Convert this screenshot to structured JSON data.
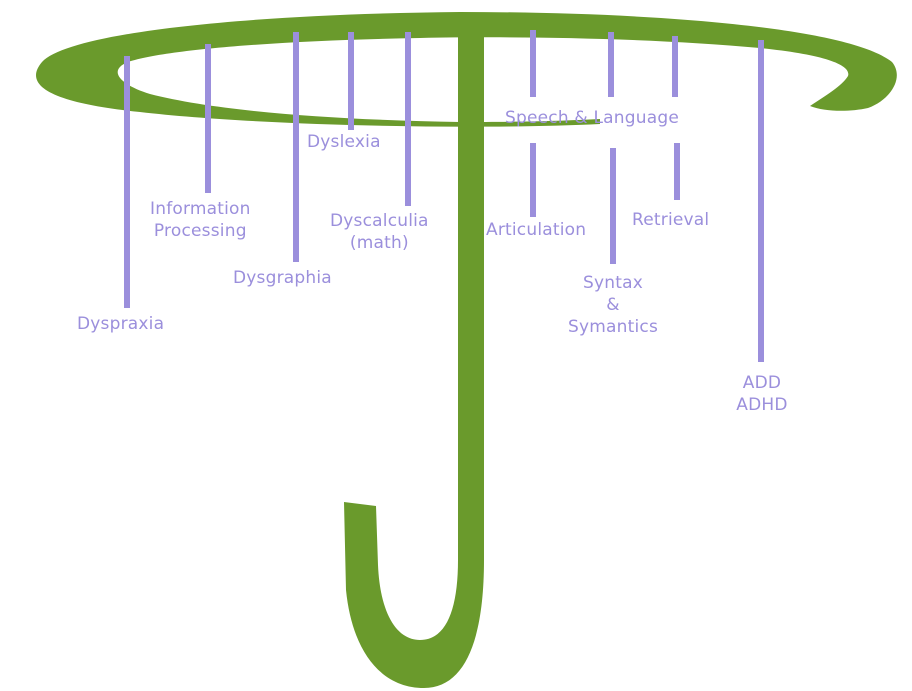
{
  "colors": {
    "umbrella": "#6a9a2c",
    "stem": "#6a9a2c",
    "line": "#9b8fdc",
    "text": "#9b8fdc",
    "background": "#ffffff"
  },
  "shape": {
    "canopy": "umbrella-canopy",
    "handle": "umbrella-handle"
  },
  "labels": {
    "dyspraxia": "Dyspraxia",
    "information_processing_line1": "Information",
    "information_processing_line2": "Processing",
    "dysgraphia": "Dysgraphia",
    "dyslexia": "Dyslexia",
    "dyscalculia_line1": "Dyscalculia",
    "dyscalculia_line2": "(math)",
    "speech_language": "Speech & Language",
    "articulation": "Articulation",
    "syntax_line1": "Syntax",
    "syntax_line2": "&",
    "syntax_line3": "Symantics",
    "retrieval": "Retrieval",
    "add": "ADD",
    "adhd": "ADHD"
  }
}
